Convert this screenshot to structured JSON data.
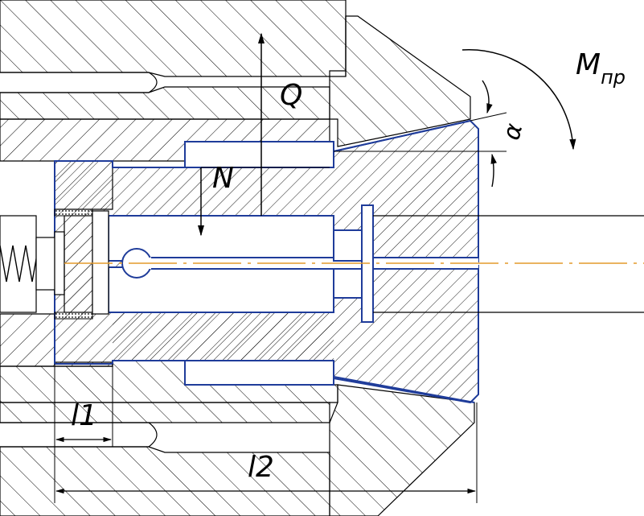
{
  "labels": {
    "q": "Q",
    "n": "N",
    "moment_main": "M",
    "moment_sub": "пр",
    "angle": "α",
    "l1": "l1",
    "l2": "l2"
  },
  "colors": {
    "outline": "#000000",
    "collet": "#1f3c9a",
    "axis": "#e39a2c",
    "hatch": "#000000"
  }
}
